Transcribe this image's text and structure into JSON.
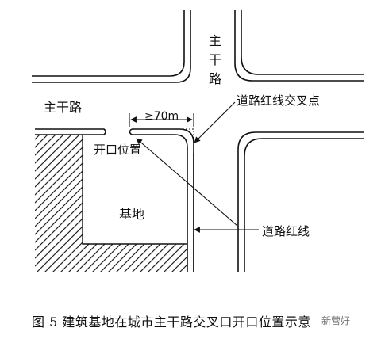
{
  "diagram": {
    "labels": {
      "main_road_vertical": "主干路",
      "main_road_horizontal": "主干路",
      "distance": "≥70m",
      "red_line_intersection": "道路红线交叉点",
      "opening_position": "开口位置",
      "site": "基地",
      "road_red_line": "道路红线"
    },
    "caption": "图 5   建筑基地在城市主干路交叉口开口位置示意",
    "watermark": "新营好"
  }
}
